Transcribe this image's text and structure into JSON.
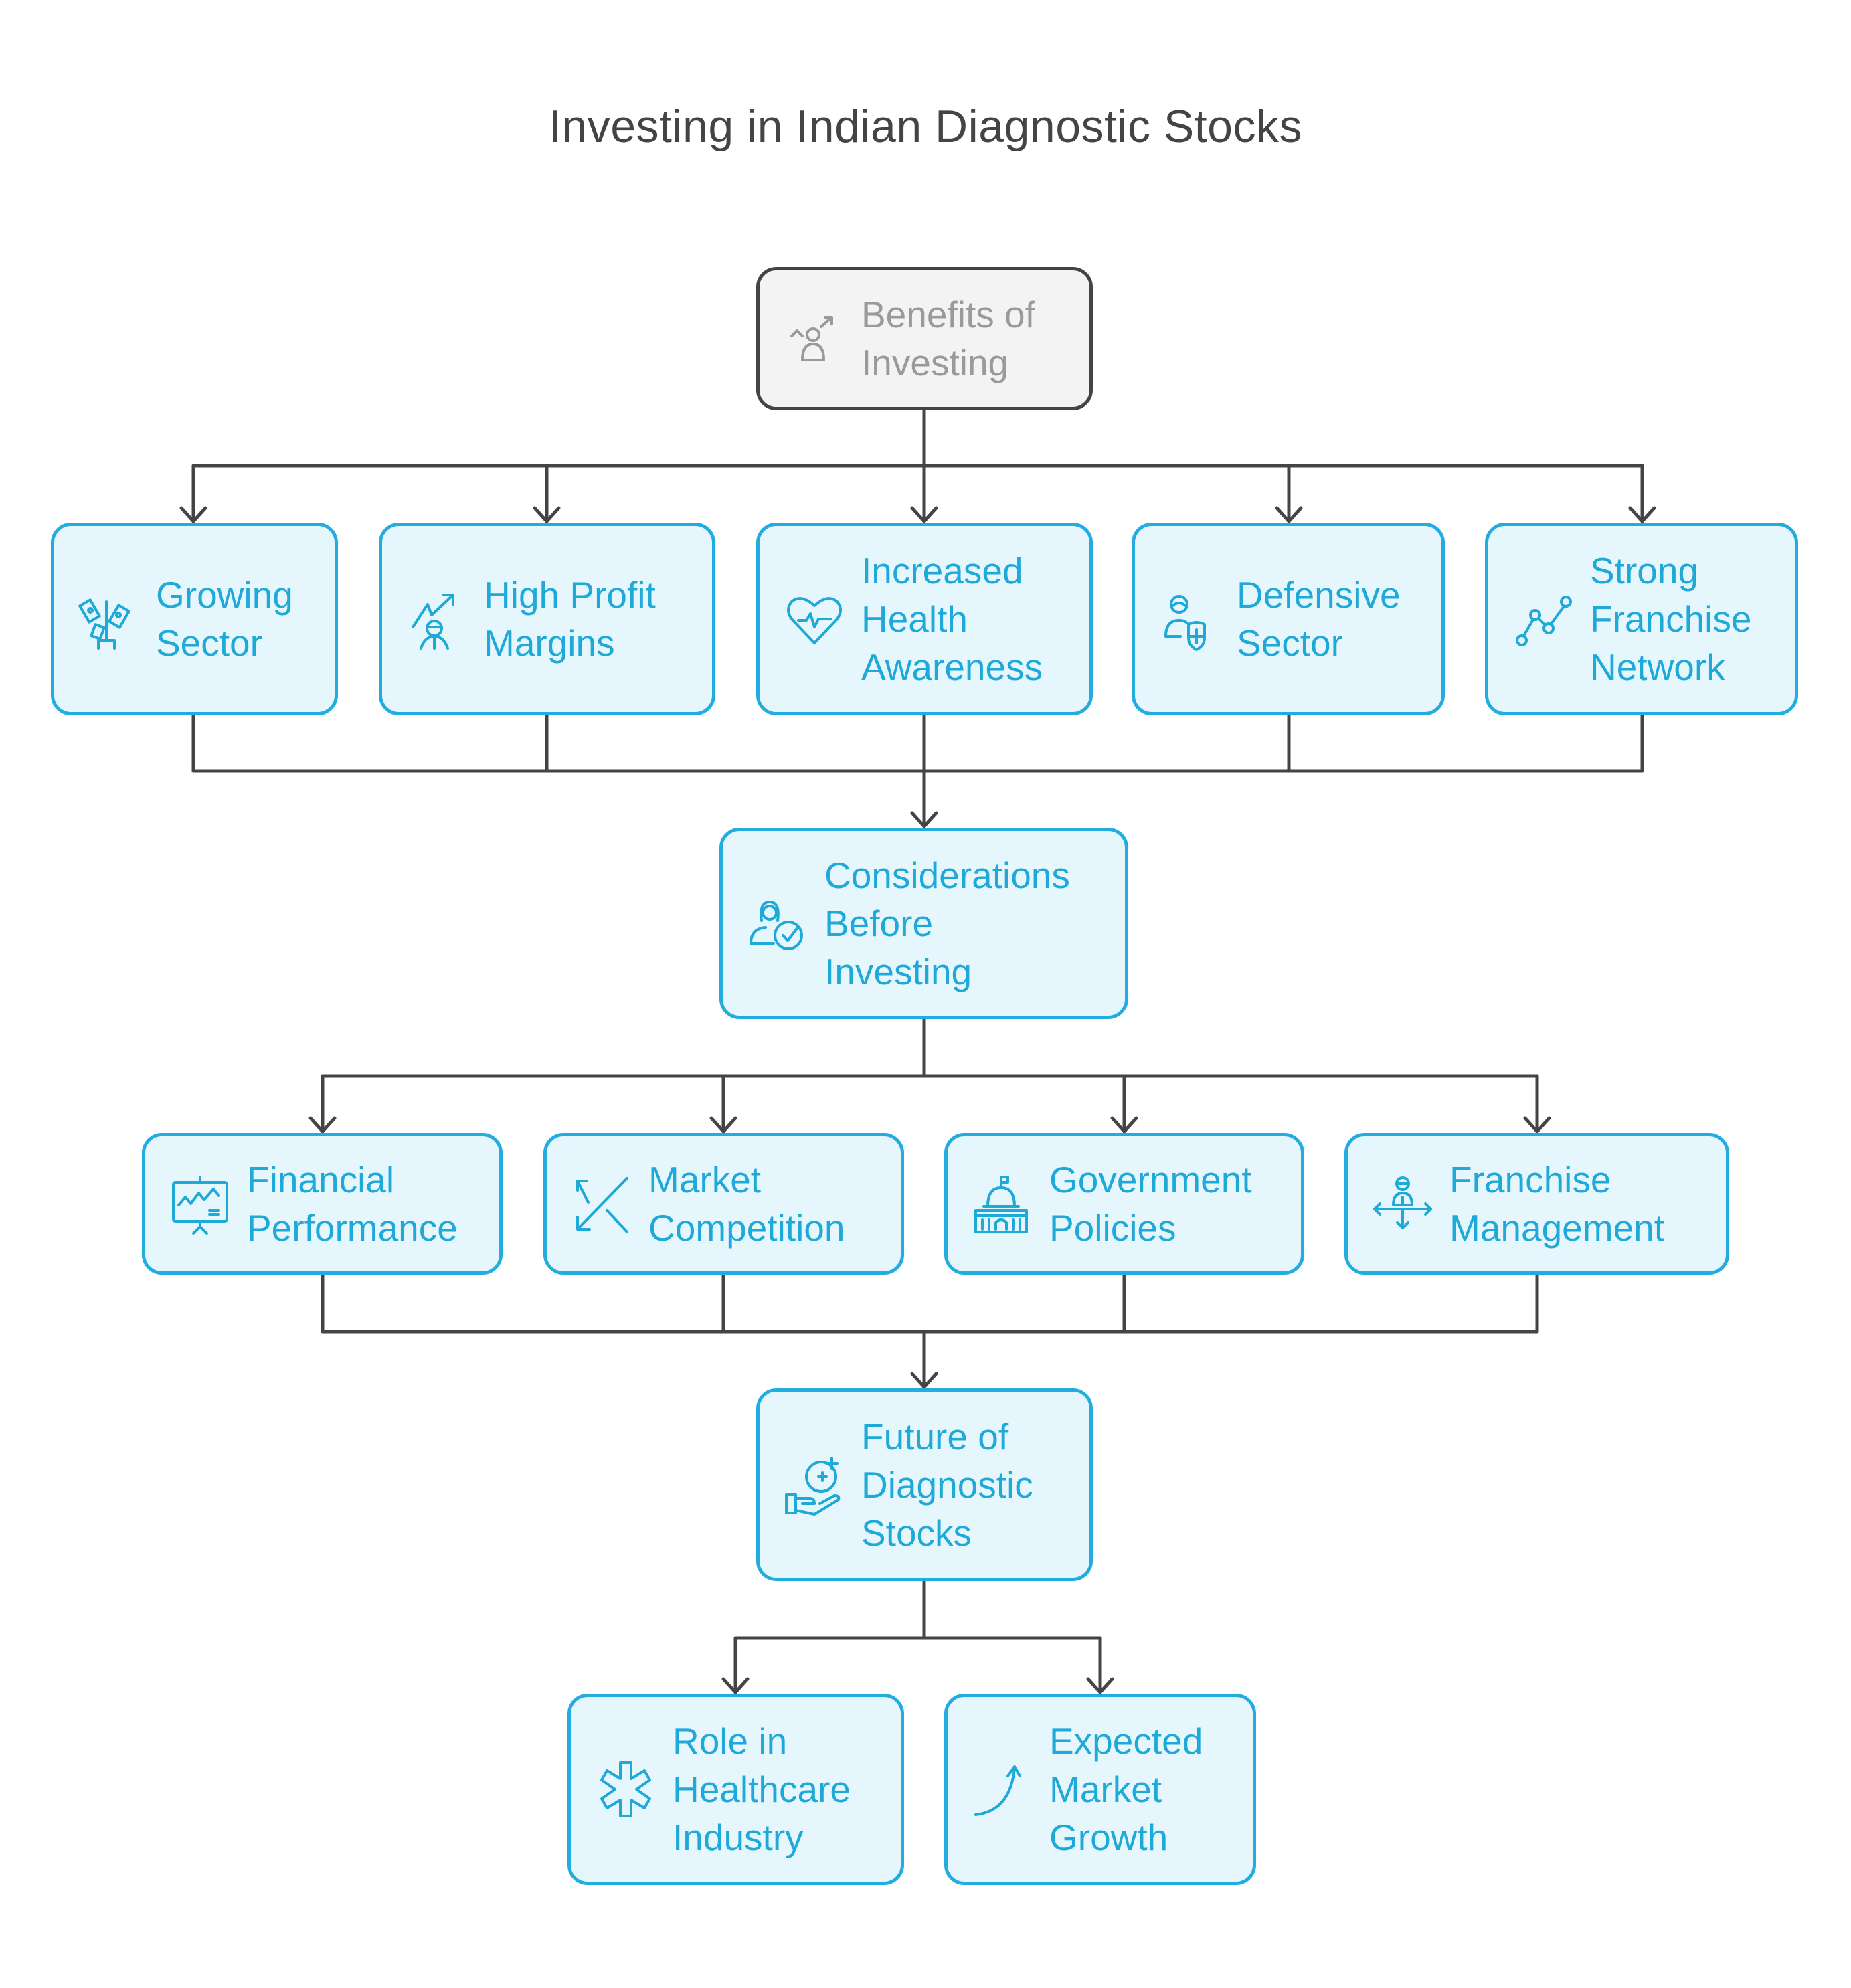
{
  "title": "Investing in Indian Diagnostic Stocks",
  "colors": {
    "node_border": "#22ace0",
    "node_fill": "#e5f7fd",
    "node_text": "#1fa9d8",
    "root_border": "#444444",
    "root_fill": "#f3f3f3",
    "root_text": "#9a9a9a",
    "connector": "#444444"
  },
  "nodes": {
    "benefits": {
      "label": "Benefits of\nInvesting",
      "icon": "person-growth-icon"
    },
    "growing_sector": {
      "label": "Growing\nSector",
      "icon": "money-plant-icon"
    },
    "high_profit_margins": {
      "label": "High Profit\nMargins",
      "icon": "person-trend-up-icon"
    },
    "increased_health_awareness": {
      "label": "Increased\nHealth\nAwareness",
      "icon": "heartbeat-icon"
    },
    "defensive_sector": {
      "label": "Defensive\nSector",
      "icon": "doctor-shield-icon"
    },
    "strong_franchise_network": {
      "label": "Strong\nFranchise\nNetwork",
      "icon": "network-nodes-icon"
    },
    "considerations": {
      "label": "Considerations\nBefore\nInvesting",
      "icon": "person-check-icon"
    },
    "financial_performance": {
      "label": "Financial\nPerformance",
      "icon": "presentation-chart-icon"
    },
    "market_competition": {
      "label": "Market\nCompetition",
      "icon": "crossing-arrows-icon"
    },
    "government_policies": {
      "label": "Government\nPolicies",
      "icon": "capitol-building-icon"
    },
    "franchise_management": {
      "label": "Franchise\nManagement",
      "icon": "person-directions-icon"
    },
    "future": {
      "label": "Future of\nDiagnostic\nStocks",
      "icon": "hand-medical-icon"
    },
    "role_in_healthcare": {
      "label": "Role in\nHealthcare\nIndustry",
      "icon": "medical-star-icon"
    },
    "expected_market_growth": {
      "label": "Expected\nMarket\nGrowth",
      "icon": "curved-arrow-up-icon"
    }
  },
  "edges": [
    [
      "benefits",
      "growing_sector"
    ],
    [
      "benefits",
      "high_profit_margins"
    ],
    [
      "benefits",
      "increased_health_awareness"
    ],
    [
      "benefits",
      "defensive_sector"
    ],
    [
      "benefits",
      "strong_franchise_network"
    ],
    [
      "growing_sector",
      "considerations"
    ],
    [
      "high_profit_margins",
      "considerations"
    ],
    [
      "increased_health_awareness",
      "considerations"
    ],
    [
      "defensive_sector",
      "considerations"
    ],
    [
      "strong_franchise_network",
      "considerations"
    ],
    [
      "considerations",
      "financial_performance"
    ],
    [
      "considerations",
      "market_competition"
    ],
    [
      "considerations",
      "government_policies"
    ],
    [
      "considerations",
      "franchise_management"
    ],
    [
      "financial_performance",
      "future"
    ],
    [
      "market_competition",
      "future"
    ],
    [
      "government_policies",
      "future"
    ],
    [
      "franchise_management",
      "future"
    ],
    [
      "future",
      "role_in_healthcare"
    ],
    [
      "future",
      "expected_market_growth"
    ]
  ]
}
